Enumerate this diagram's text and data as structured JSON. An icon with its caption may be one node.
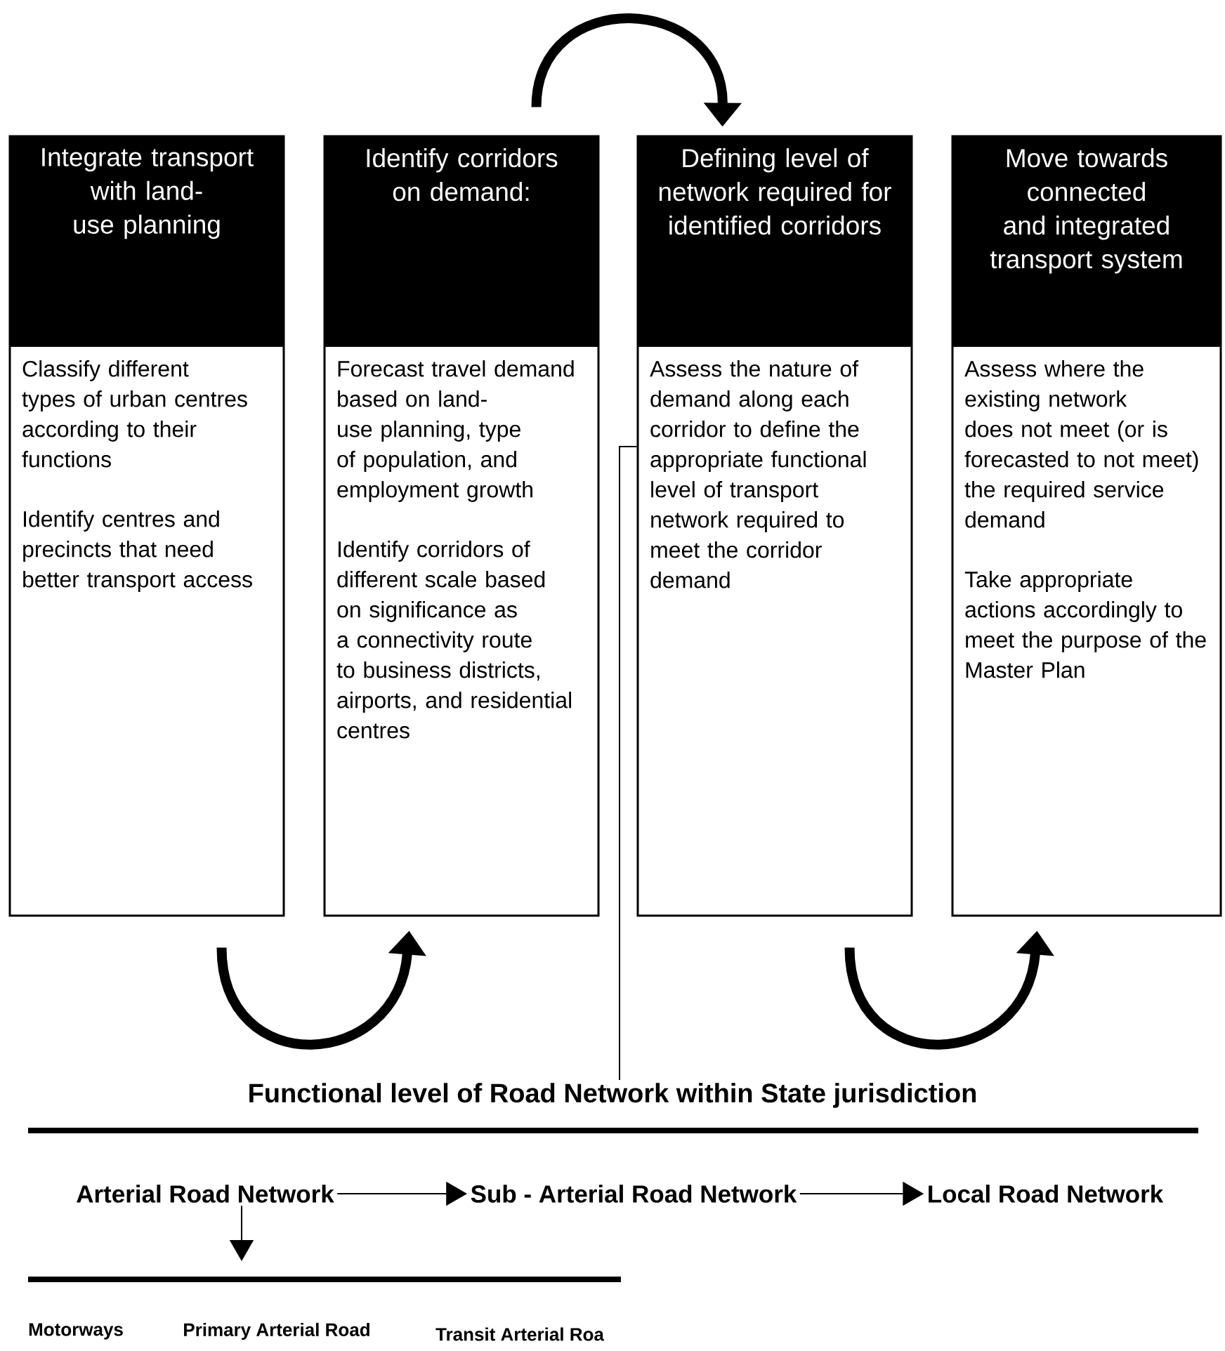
{
  "diagram": {
    "nodes": [
      {
        "text": [
          "Integrate transport with land-use planning",
          "Classify different types of urban centres according to their functions",
          "Identify centres and precincts that need better transport access"
        ]
      },
      {
        "text": [
          "Identify corridors on demand:",
          "Forecast travel demand based on land-use planning, type of population, and employment growth",
          "Identify corridors of different scale based on significance as a connectivity route to business districts, airports, and residential centres"
        ]
      },
      {
        "text": [
          "Defining level of network required for identified corridors",
          "Assess the nature of demand along each corridor to define the appropriate functional level of transport network required to meet the corridor demand"
        ]
      },
      {
        "text": [
          "Move towards connected and integrated transport system",
          "Assess where the existing network does not meet (or is forecasted to not meet) the required service demand",
          "Take appropriate actions accordingly to meet the purpose of the Master Plan"
        ]
      },
      {
        "text": [
          "Functional level of Road Network within State jurisdiction"
        ]
      },
      {
        "text": [
          "Arterial Road Network"
        ]
      },
      {
        "text": [
          "Sub - Arterial Road Network"
        ]
      },
      {
        "text": [
          "Local Road Network"
        ]
      }
    ],
    "edges": [
      {
        "from": 0,
        "to": 1,
        "arrow": "to",
        "style": "thick"
      },
      {
        "from": 1,
        "to": 2,
        "arrow": "to",
        "style": "thick"
      },
      {
        "from": 2,
        "to": 3,
        "arrow": "to",
        "style": "thick"
      },
      {
        "from": 4,
        "to": 2,
        "arrow": "none"
      },
      {
        "from": 5,
        "to": 6,
        "arrow": "to"
      },
      {
        "from": 6,
        "to": 7,
        "arrow": "to"
      },
      {
        "from": 5,
        "to": null,
        "arrow": "to"
      }
    ],
    "labels": [
      "Motorways",
      "Primary Arterial Road",
      "Transit Arterial Roa"
    ]
  }
}
